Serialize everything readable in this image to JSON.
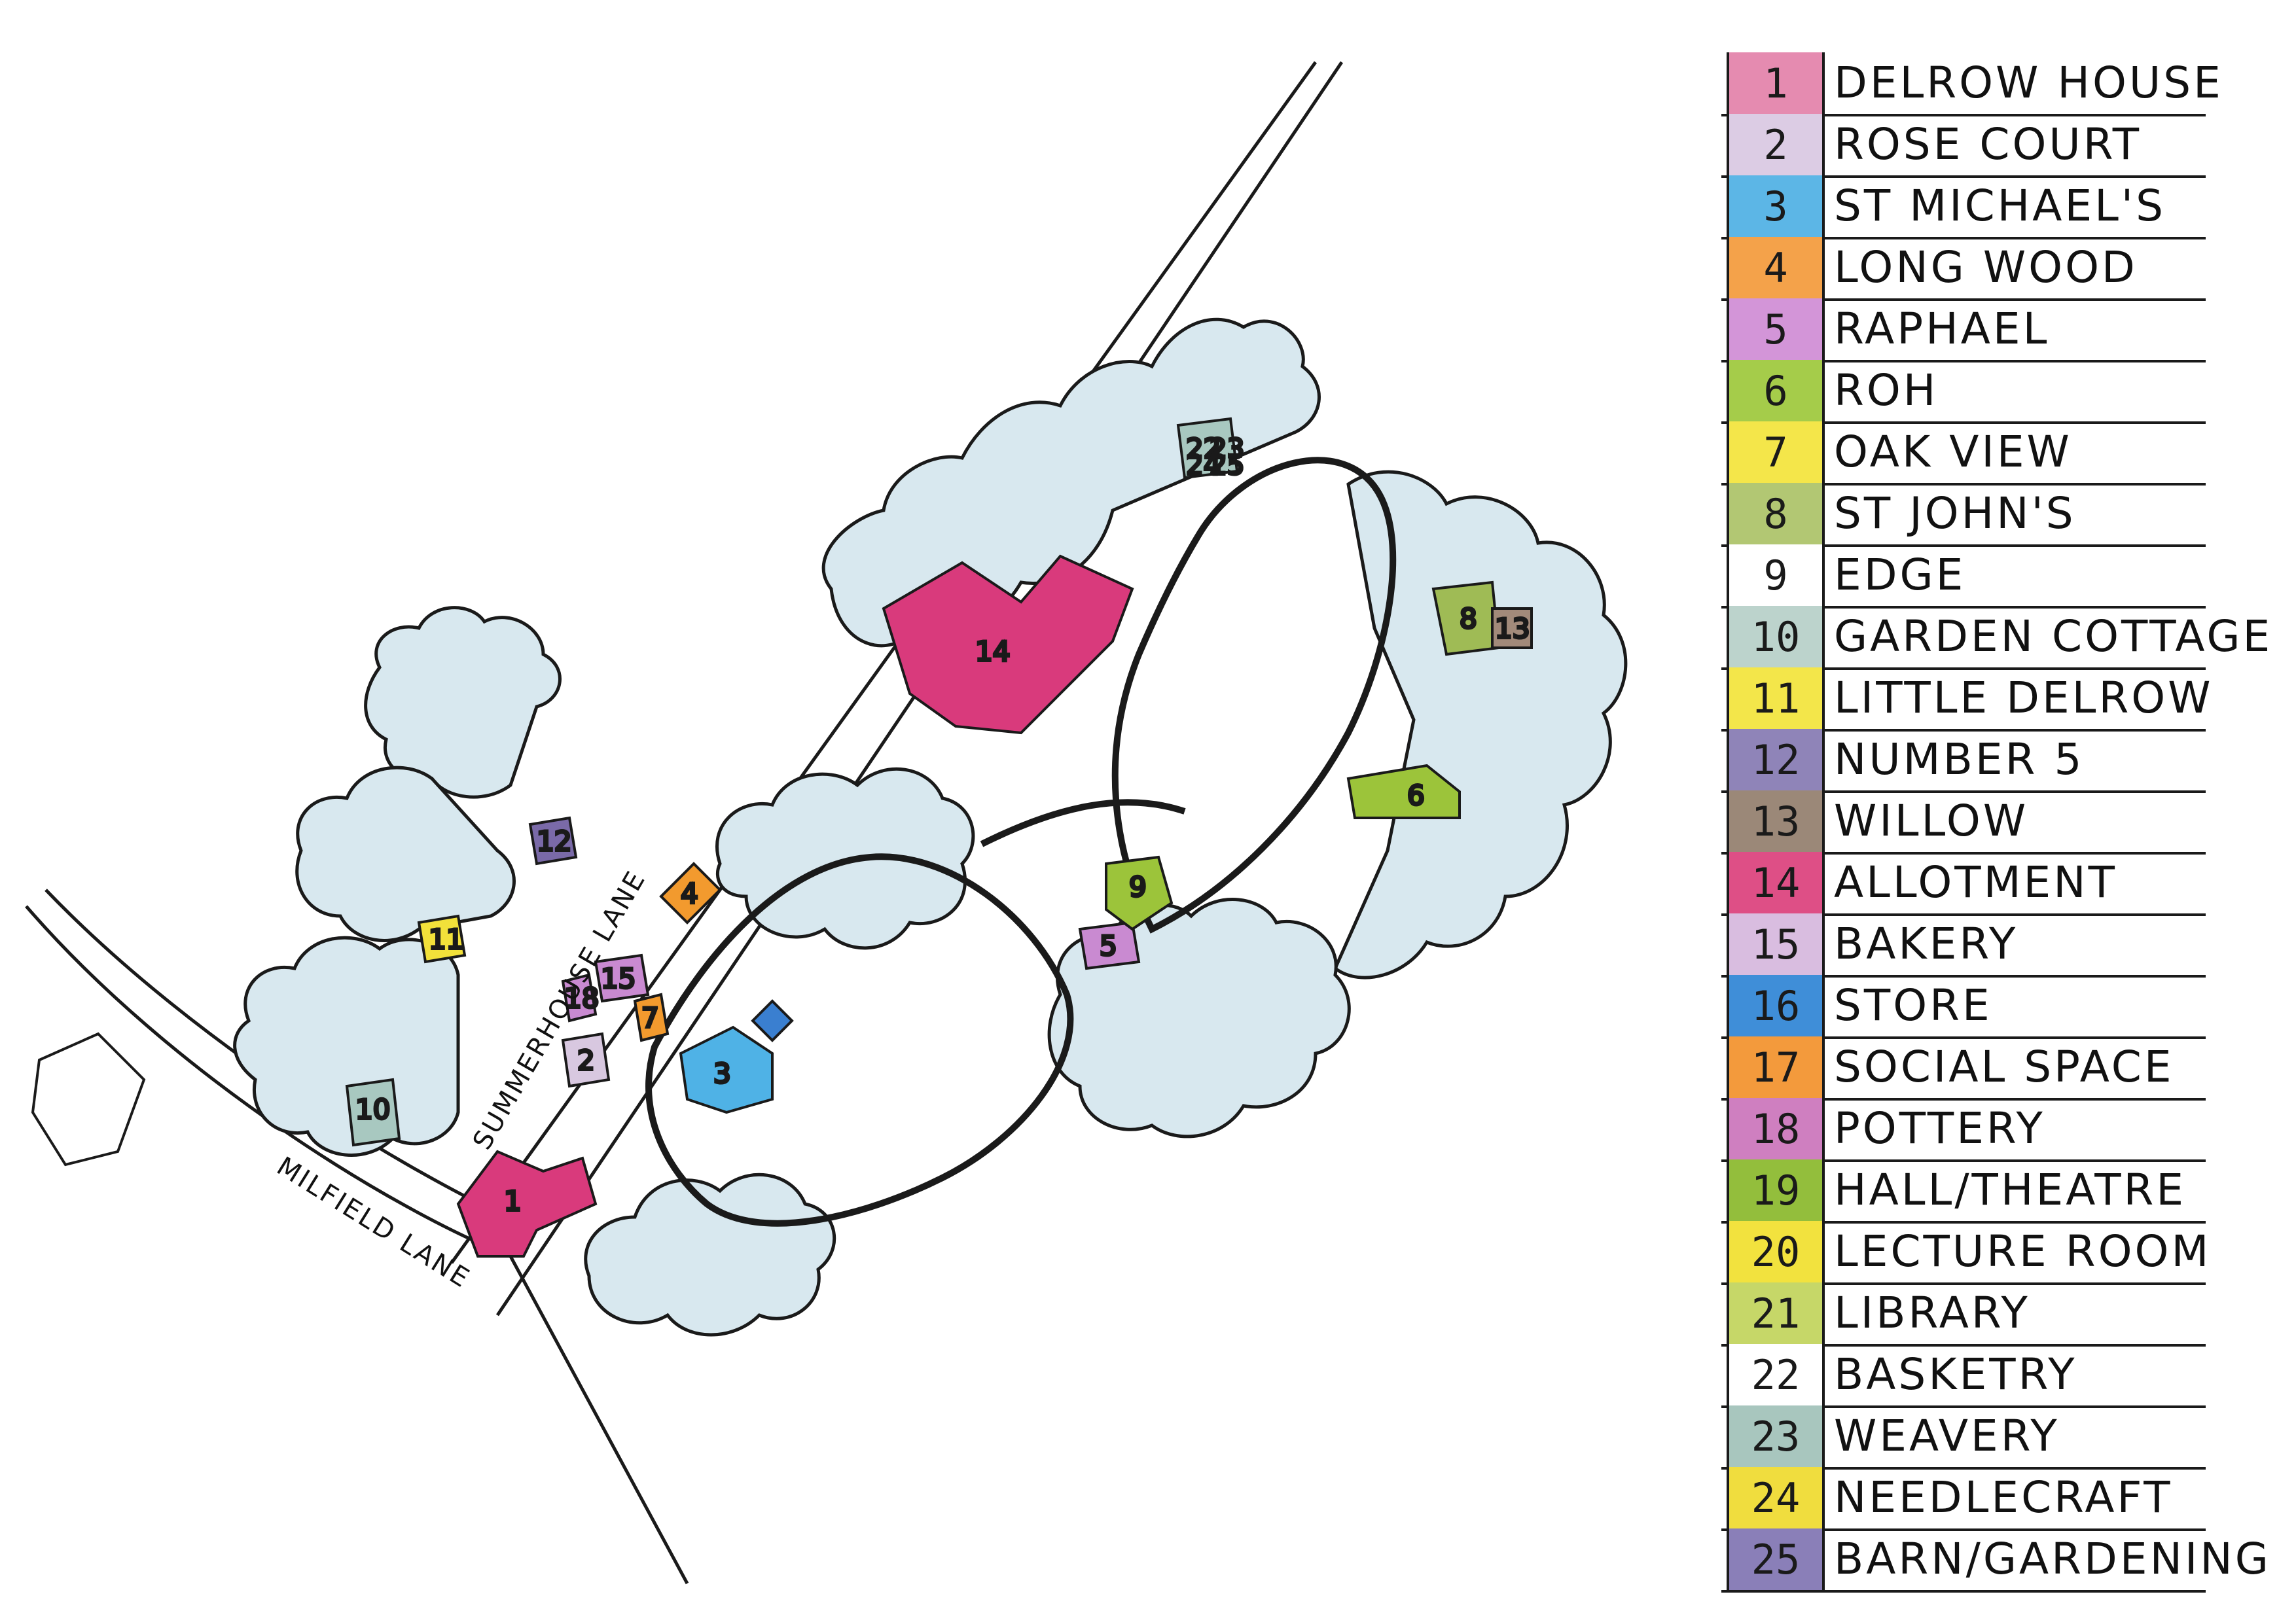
{
  "map": {
    "roads": {
      "summerhouse_lane": "SUMMERHOUSE LANE",
      "milfield_lane": "MILFIELD LANE"
    },
    "colors": {
      "ink": "#1a1a1a",
      "tree_fill": "#d8e8ef",
      "delrow_house": "#d93a7c",
      "allotment": "#d93a7c",
      "st_michaels": "#4fb2e6",
      "roh": "#9cc43a",
      "long_wood": "#f29a2e",
      "oak_view": "#f2e13a",
      "number_5": "#7a6aa8",
      "rose_court": "#d8c8e0",
      "raphael": "#c98ad1",
      "garden_cottage": "#a8c8c0",
      "st_johns": "#9fbb55",
      "store": "#3a7fd0"
    },
    "building_numbers": [
      "1",
      "2",
      "3",
      "4",
      "5",
      "6",
      "7",
      "8",
      "9",
      "10",
      "11",
      "12",
      "13",
      "14",
      "15",
      "18",
      "22",
      "23",
      "24",
      "25"
    ]
  },
  "legend": [
    {
      "num": "1",
      "name": "DELROW HOUSE",
      "color": "#e58bb0"
    },
    {
      "num": "2",
      "name": "ROSE COURT",
      "color": "#dccce4"
    },
    {
      "num": "3",
      "name": "ST MICHAEL'S",
      "color": "#5cb6e6"
    },
    {
      "num": "4",
      "name": "LONG WOOD",
      "color": "#f4a24a"
    },
    {
      "num": "5",
      "name": "RAPHAEL",
      "color": "#d395d8"
    },
    {
      "num": "6",
      "name": "ROH",
      "color": "#a5cc4a"
    },
    {
      "num": "7",
      "name": "OAK VIEW",
      "color": "#f4e64a"
    },
    {
      "num": "8",
      "name": "ST JOHN'S",
      "color": "#b2c773"
    },
    {
      "num": "9",
      "name": "EDGE",
      "color": "#ffffff"
    },
    {
      "num": "10",
      "name": "GARDEN COTTAGE",
      "color": "#bcd3cc"
    },
    {
      "num": "11",
      "name": "LITTLE DELROW",
      "color": "#f3e64a"
    },
    {
      "num": "12",
      "name": "NUMBER 5",
      "color": "#8f84b8"
    },
    {
      "num": "13",
      "name": "WILLOW",
      "color": "#9b8878"
    },
    {
      "num": "14",
      "name": "ALLOTMENT",
      "color": "#de4f86"
    },
    {
      "num": "15",
      "name": "BAKERY",
      "color": "#d9bde0"
    },
    {
      "num": "16",
      "name": "STORE",
      "color": "#3f8ed8"
    },
    {
      "num": "17",
      "name": "SOCIAL SPACE",
      "color": "#f39a3c"
    },
    {
      "num": "18",
      "name": "POTTERY",
      "color": "#cf7fc0"
    },
    {
      "num": "19",
      "name": "HALL/THEATRE",
      "color": "#93be3c"
    },
    {
      "num": "20",
      "name": "LECTURE ROOM",
      "color": "#f2e23e"
    },
    {
      "num": "21",
      "name": "LIBRARY",
      "color": "#c6d768"
    },
    {
      "num": "22",
      "name": "BASKETRY",
      "color": "#ffffff"
    },
    {
      "num": "23",
      "name": "WEAVERY",
      "color": "#a8c6be"
    },
    {
      "num": "24",
      "name": "NEEDLECRAFT",
      "color": "#f0dd3e"
    },
    {
      "num": "25",
      "name": "BARN/GARDENING",
      "color": "#8a7fb8"
    }
  ]
}
